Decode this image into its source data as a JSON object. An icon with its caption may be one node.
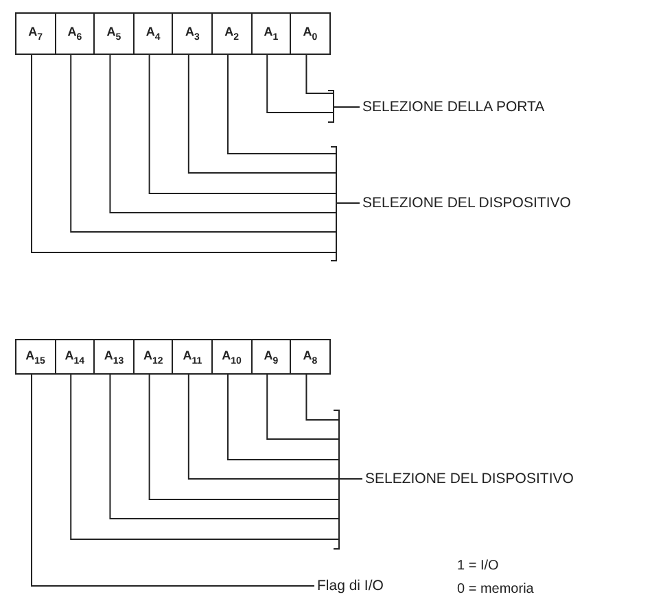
{
  "diagram": {
    "nodes": [
      {
        "text": [
          "A$_{7}$"
        ]
      },
      {
        "text": [
          "A$_{6}$"
        ]
      },
      {
        "text": [
          "A$_{5}$"
        ]
      },
      {
        "text": [
          "A$_{4}$"
        ]
      },
      {
        "text": [
          "A$_{3}$"
        ]
      },
      {
        "text": [
          "A$_{2}$"
        ]
      },
      {
        "text": [
          "A$_{1}$"
        ]
      },
      {
        "text": [
          "A$_{0}$"
        ]
      },
      {
        "text": [
          "SELEZIONE DELLA PORTA"
        ]
      },
      {
        "text": [
          "SELEZIONE DEL DISPOSITIVO"
        ]
      },
      {
        "text": [
          "A$_{15}$"
        ]
      },
      {
        "text": [
          "A$_{14}$"
        ]
      },
      {
        "text": [
          "A$_{13}$"
        ]
      },
      {
        "text": [
          "A$_{12}$"
        ]
      },
      {
        "text": [
          "A$_{11}$"
        ]
      },
      {
        "text": [
          "A$_{10}$"
        ]
      },
      {
        "text": [
          "A$_{9}$"
        ]
      },
      {
        "text": [
          "A$_{8}$"
        ]
      },
      {
        "text": [
          "SELEZIONE DEL DISPOSITIVO"
        ]
      },
      {
        "text": [
          "Flag di I/O"
        ]
      }
    ],
    "edges": [
      {
        "from": 7,
        "to": 8,
        "arrow": "none"
      },
      {
        "from": 6,
        "to": 8,
        "arrow": "none"
      },
      {
        "from": 5,
        "to": 9,
        "arrow": "none"
      },
      {
        "from": 4,
        "to": 9,
        "arrow": "none"
      },
      {
        "from": 3,
        "to": 9,
        "arrow": "none"
      },
      {
        "from": 2,
        "to": 9,
        "arrow": "none"
      },
      {
        "from": 1,
        "to": 9,
        "arrow": "none"
      },
      {
        "from": 0,
        "to": 9,
        "arrow": "none"
      },
      {
        "from": 17,
        "to": 18,
        "arrow": "none"
      },
      {
        "from": 16,
        "to": 18,
        "arrow": "none"
      },
      {
        "from": 15,
        "to": 18,
        "arrow": "none"
      },
      {
        "from": 14,
        "to": 18,
        "arrow": "none"
      },
      {
        "from": 13,
        "to": 18,
        "arrow": "none"
      },
      {
        "from": 12,
        "to": 18,
        "arrow": "none"
      },
      {
        "from": 11,
        "to": 18,
        "arrow": "none"
      },
      {
        "from": 10,
        "to": 19,
        "arrow": "none"
      }
    ],
    "labels": [
      "1 = I/O",
      "0 = memoria"
    ]
  }
}
